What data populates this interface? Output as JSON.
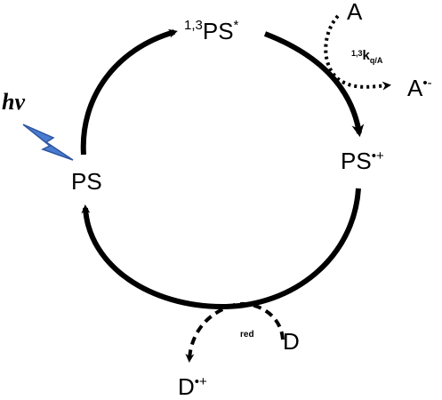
{
  "species": {
    "ps_excited_prefix": "1,3",
    "ps_excited_main": "PS",
    "ps_excited_star": "*",
    "ps_ground": "PS",
    "ps_oxidized_main": "PS",
    "ps_oxidized_sup": "•+",
    "acceptor": "A",
    "acceptor_reduced_main": "A",
    "acceptor_reduced_sup": "•-",
    "donor": "D",
    "donor_oxidized_main": "D",
    "donor_oxidized_sup": "•+"
  },
  "rate_quench": {
    "prefix": "1,3",
    "main": "k",
    "sub": "q/A"
  },
  "reduction_label": "red",
  "light_label": "hv",
  "colors": {
    "cycle": "#000000",
    "lightning_fill": "#4a7bd0",
    "lightning_stroke": "#2e56a0"
  }
}
